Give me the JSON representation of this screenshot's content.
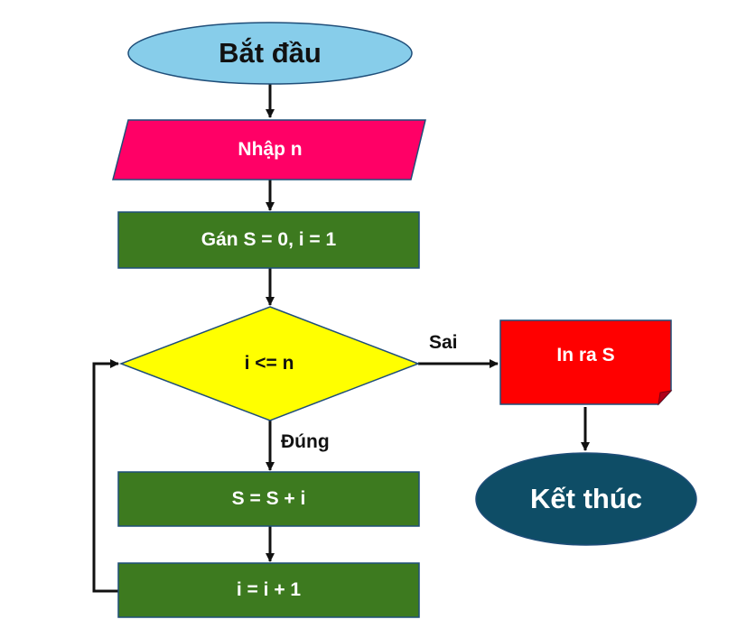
{
  "nodes": {
    "start": {
      "label": "Bắt đầu",
      "shape": "ellipse",
      "fill": "#87cdea"
    },
    "input": {
      "label": "Nhập n",
      "shape": "parallelogram",
      "fill": "#ff0066"
    },
    "assign": {
      "label": "Gán S = 0, i = 1",
      "shape": "rectangle",
      "fill": "#3d7a1f"
    },
    "condition": {
      "label": "i <= n",
      "shape": "diamond",
      "fill": "#ffff00"
    },
    "sum": {
      "label": "S = S + i",
      "shape": "rectangle",
      "fill": "#3d7a1f"
    },
    "increment": {
      "label": "i = i + 1",
      "shape": "rectangle",
      "fill": "#3d7a1f"
    },
    "output": {
      "label": "In ra S",
      "shape": "document",
      "fill": "#ff0000"
    },
    "end": {
      "label": "Kết thúc",
      "shape": "ellipse",
      "fill": "#0e4d66"
    }
  },
  "edges": {
    "yes_label": "Đúng",
    "no_label": "Sai"
  },
  "colors": {
    "line": "#111111",
    "shape_border": "#1f4e79"
  }
}
